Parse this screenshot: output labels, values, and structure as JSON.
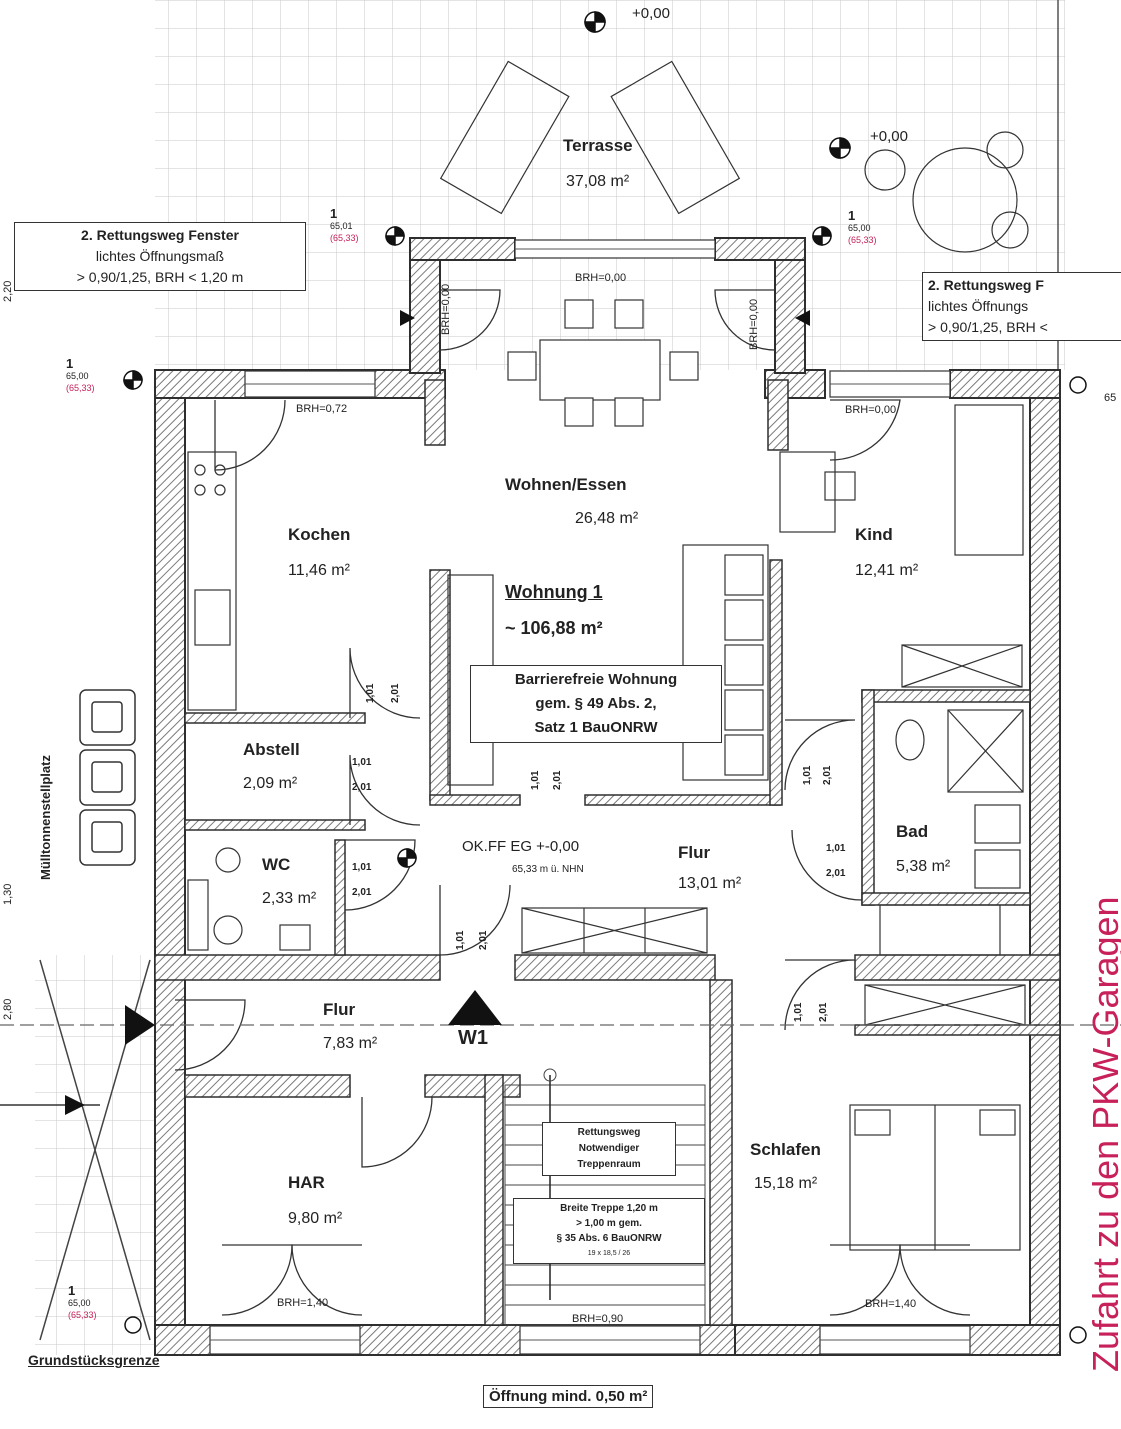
{
  "terrace": {
    "name": "Terrasse",
    "area": "37,08 m²",
    "level_top": "+0,00",
    "level_right": "+0,00"
  },
  "rescue_left": {
    "line1": "2. Rettungsweg Fenster",
    "line2": "lichtes Öffnungsmaß",
    "line3": "> 0,90/1,25, BRH < 1,20 m"
  },
  "rescue_right": {
    "line1": "2. Rettungsweg F",
    "line2": "lichtes Öffnungs",
    "line3": "> 0,90/1,25, BRH <"
  },
  "level_marks": [
    {
      "num": "1",
      "value": "65,01",
      "sub": "(65,33)"
    },
    {
      "num": "1",
      "value": "65,00",
      "sub": "(65,33)"
    },
    {
      "num": "1",
      "value": "65,00",
      "sub": "(65,33)"
    },
    {
      "num": "1",
      "value": "65,00",
      "sub": "(65,33)"
    }
  ],
  "rooms": {
    "wohnen": {
      "name": "Wohnen/Essen",
      "area": "26,48 m²"
    },
    "kochen": {
      "name": "Kochen",
      "area": "11,46 m²"
    },
    "kind": {
      "name": "Kind",
      "area": "12,41 m²"
    },
    "abstell": {
      "name": "Abstell",
      "area": "2,09 m²"
    },
    "wc": {
      "name": "WC",
      "area": "2,33 m²"
    },
    "flur_main": {
      "name": "Flur",
      "area": "13,01 m²"
    },
    "bad": {
      "name": "Bad",
      "area": "5,38 m²"
    },
    "flur_entry": {
      "name": "Flur",
      "area": "7,83 m²"
    },
    "har": {
      "name": "HAR",
      "area": "9,80 m²"
    },
    "schlafen": {
      "name": "Schlafen",
      "area": "15,18 m²"
    }
  },
  "apartment": {
    "title": "Wohnung 1",
    "area": "~ 106,88 m²"
  },
  "barrier_free": {
    "line1": "Barrierefreie Wohnung",
    "line2": "gem. § 49 Abs. 2,",
    "line3": "Satz 1 BauONRW"
  },
  "floor_level": {
    "line1": "OK.FF EG +-0,00",
    "line2": "65,33 m ü. NHN"
  },
  "window_sills": {
    "w1": "BRH=0,00",
    "w2": "BRH=0,72",
    "w3": "BRH=0,00",
    "w4": "BRH=0,00",
    "w5": "BRH=0,00",
    "w6": "BRH=1,40",
    "w7": "BRH=1,40",
    "w8": "BRH=0,90"
  },
  "door_dims": {
    "a": "1,01",
    "b": "2,01"
  },
  "stair_box": {
    "line1": "Rettungsweg",
    "line2": "Notwendiger",
    "line3": "Treppenraum"
  },
  "stair_box2": {
    "line1": "Breite Treppe 1,20 m",
    "line2": "> 1,00 m gem.",
    "line3": "§ 35 Abs. 6 BauONRW",
    "line4": "19 x 18,5 / 26"
  },
  "entrance_label": "W1",
  "bins_label": "Mülltonnenstellplatz",
  "garage_label": "Zufahrt zu den PKW-Garagen",
  "boundary_label": "Grundstücksgrenze",
  "opening_label": "Öffnung mind. 0,50 m²",
  "side_dims": {
    "d1": "2,20",
    "d2": "1,30",
    "d3": "2,80",
    "d4": "65"
  },
  "colors": {
    "wall": "#3a3a3a",
    "hatch": "#8a8a8a",
    "pink": "#c8205a",
    "grid": "#c9c9c9"
  }
}
